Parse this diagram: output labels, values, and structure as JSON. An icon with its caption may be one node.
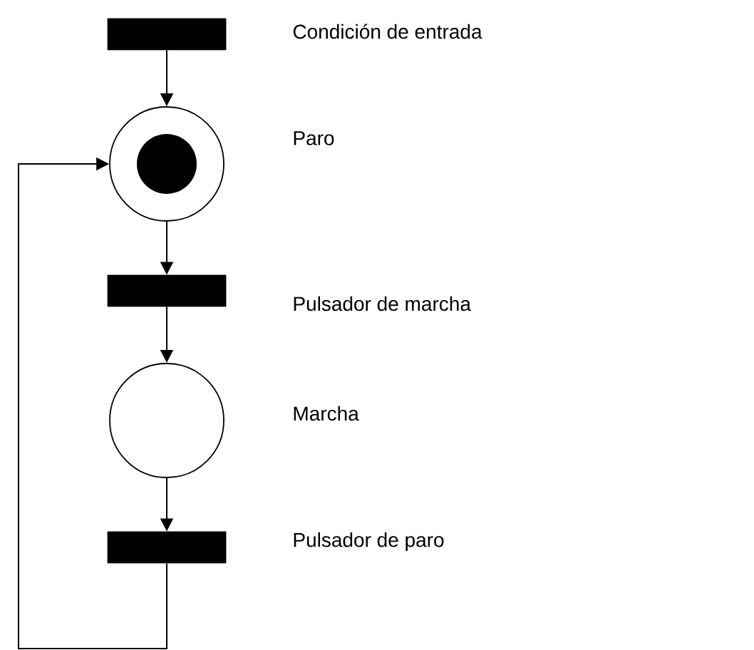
{
  "diagram": {
    "nodes": [
      {
        "text": [],
        "shape": "bar",
        "beside": [
          "Condición de entrada"
        ]
      },
      {
        "text": [],
        "shape": "circle",
        "beside": [
          "Paro"
        ]
      },
      {
        "text": [],
        "shape": "bar",
        "beside": [
          "Pulsador de marcha"
        ]
      },
      {
        "text": [],
        "shape": "circle",
        "beside": [
          "Marcha"
        ]
      },
      {
        "text": [],
        "shape": "bar",
        "beside": [
          "Pulsador de paro"
        ]
      }
    ],
    "edges": [
      {
        "from": 0,
        "to": 1,
        "arrow": "to"
      },
      {
        "from": 1,
        "to": 2,
        "arrow": "to"
      },
      {
        "from": 2,
        "to": 3,
        "arrow": "to"
      },
      {
        "from": 3,
        "to": 4,
        "arrow": "to"
      },
      {
        "from": 4,
        "to": 1,
        "arrow": "to"
      }
    ]
  }
}
